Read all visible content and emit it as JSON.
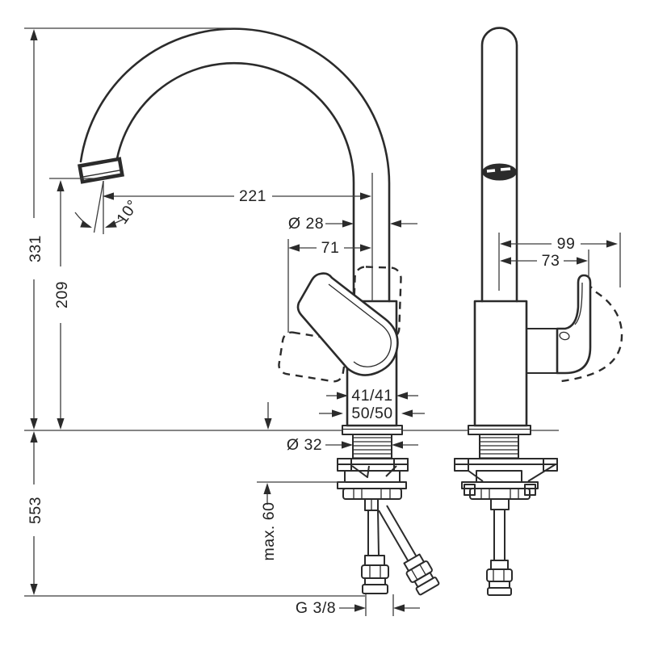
{
  "document": {
    "type": "technical-drawing",
    "subject": "single-lever kitchen faucet dimensional drawing",
    "views": [
      "front",
      "side"
    ]
  },
  "colors": {
    "line": "#2b2b2b",
    "thin_line": "#3c3c3c",
    "background": "#ffffff"
  },
  "dimensions": {
    "total_height": "331",
    "outlet_height": "209",
    "below_counter": "553",
    "spout_reach": "221",
    "spout_angle": "10°",
    "spout_pipe_diameter": "Ø 28",
    "handle_projection": "71",
    "body_section": "41/41",
    "base_section": "50/50",
    "mounting_hole_diameter": "Ø 32",
    "max_deck_thickness": "max. 60",
    "connection_thread": "G 3/8",
    "lever_reach_max": "99",
    "lever_reach": "73"
  }
}
